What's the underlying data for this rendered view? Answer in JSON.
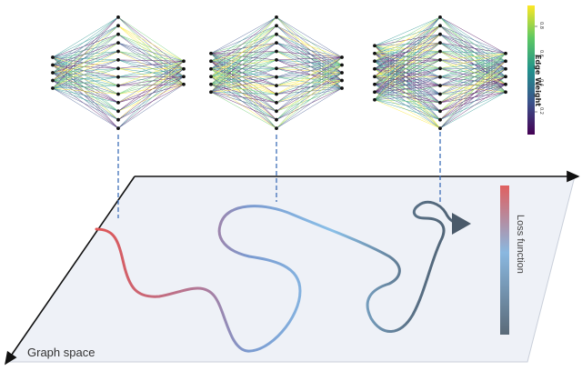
{
  "plane": {
    "label": "Graph space"
  },
  "colorbar": {
    "title": "Edge Weight",
    "ticks": [
      "0.2",
      "0.4",
      "0.6",
      "0.8"
    ],
    "colors": [
      "#440154",
      "#3b528b",
      "#21918c",
      "#5ec962",
      "#fde725"
    ]
  },
  "loss_bar": {
    "label": "Loss function",
    "colors": [
      "#e06060",
      "#8ab8e0",
      "#5a6a78"
    ]
  },
  "networks": [
    {
      "layers": [
        5,
        14,
        4
      ]
    },
    {
      "layers": [
        6,
        14,
        5
      ]
    },
    {
      "layers": [
        8,
        14,
        6
      ]
    }
  ],
  "colors": {
    "plane_fill": "#eef1f7",
    "axis": "#111111",
    "dashed": "#3f6fb8"
  }
}
